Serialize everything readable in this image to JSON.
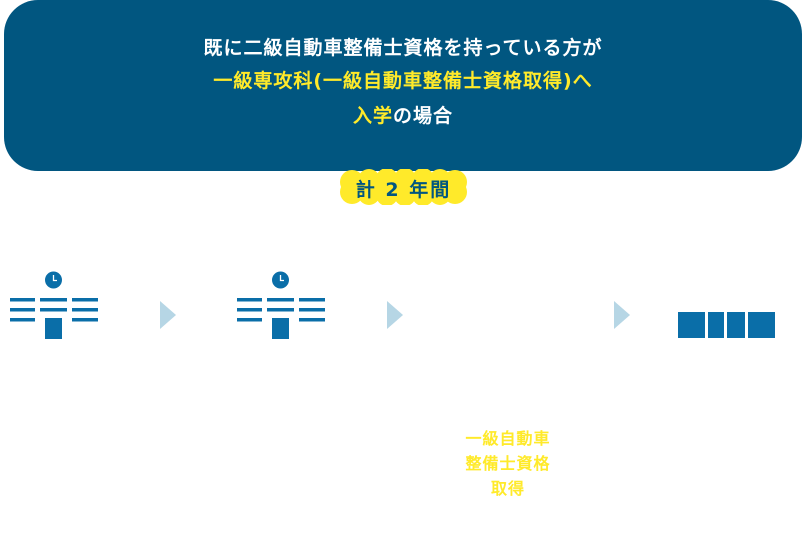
{
  "banner": {
    "line1": "既に二級自動車整備士資格を持っている方が",
    "line2": "一級専攻科(一級自動車整備士資格取得)へ",
    "line3_highlight": "入学",
    "line3_rest": "の場合"
  },
  "badge": {
    "label": "計 2 年間"
  },
  "result": {
    "line1": "一級自動車",
    "line2": "整備士資格",
    "line3": "取得"
  },
  "colors": {
    "navy": "#015680",
    "yellow": "#ffea2a",
    "arrow": "#b6d6e5",
    "icon": "#0a6ea8"
  },
  "icons": [
    "school-year-1-icon",
    "school-year-2-icon",
    "certificate-icon"
  ]
}
